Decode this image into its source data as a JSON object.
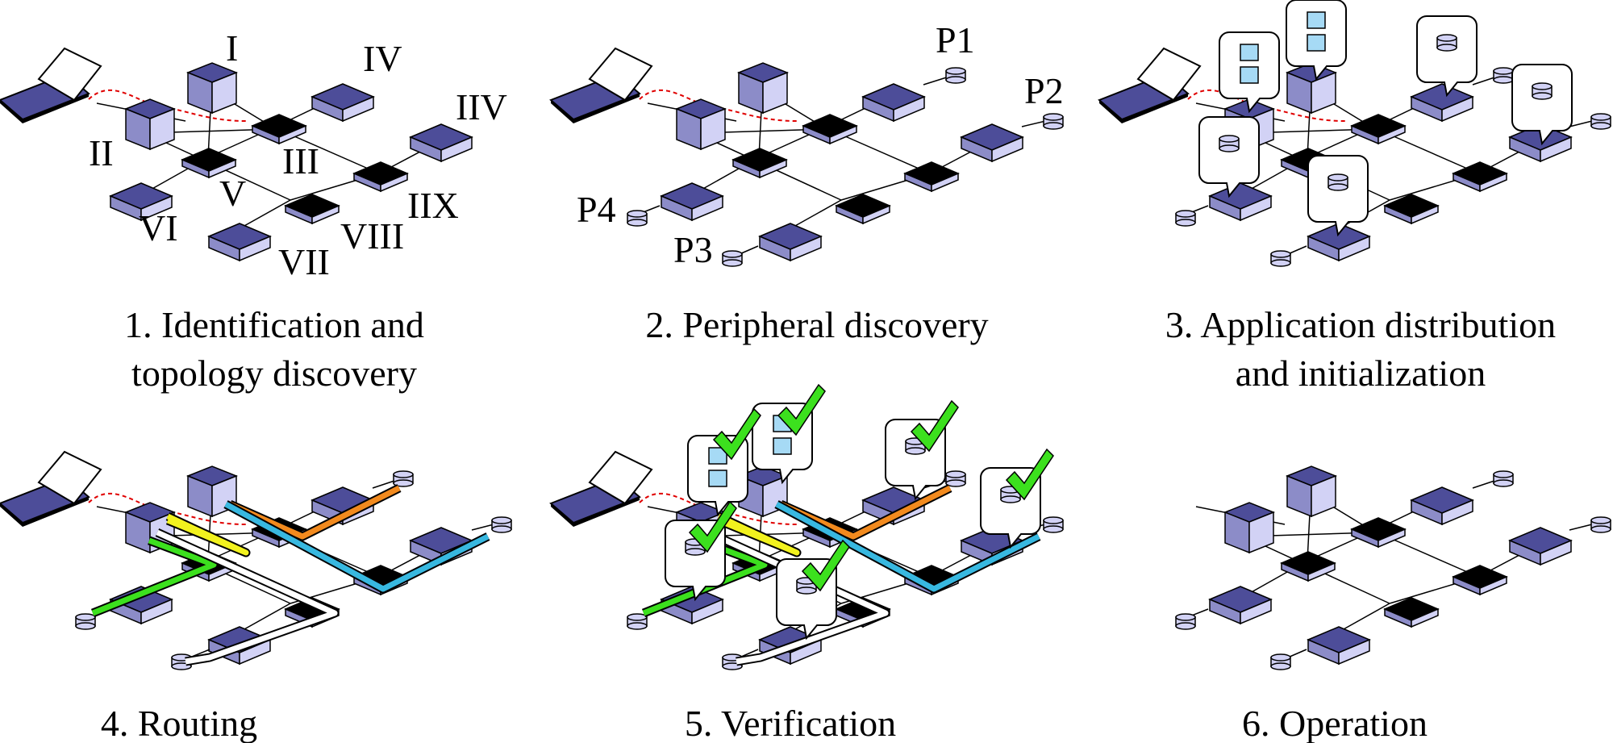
{
  "panels": [
    {
      "caption_line1": "1. Identification and",
      "caption_line2": "topology discovery"
    },
    {
      "caption_line1": "2. Peripheral discovery",
      "caption_line2": ""
    },
    {
      "caption_line1": "3. Application distribution",
      "caption_line2": "and initialization"
    },
    {
      "caption_line1": "4. Routing",
      "caption_line2": ""
    },
    {
      "caption_line1": "5. Verification",
      "caption_line2": ""
    },
    {
      "caption_line1": "6. Operation",
      "caption_line2": ""
    }
  ],
  "node_labels": [
    "I",
    "II",
    "III",
    "IV",
    "IIV",
    "V",
    "VI",
    "VII",
    "VIII",
    "IIX"
  ],
  "peripheral_labels": [
    "P1",
    "P2",
    "P3",
    "P4"
  ],
  "colors": {
    "node_top": "#4d4d99",
    "node_side": "#d2d2f5",
    "node_front": "#8c8cc8",
    "switch_top": "#000000",
    "app_square": "#a6daf5",
    "route_orange": "#f28a1e",
    "route_yellow": "#f2f21e",
    "route_cyan": "#38b8e0",
    "route_green": "#3ce01e",
    "route_white": "#ffffff",
    "check": "#3ce01e",
    "wireless": "#e00000"
  },
  "icons": {
    "laptop": "laptop-icon",
    "compute_node": "compute-node-icon",
    "switch_node": "switch-node-icon",
    "peripheral": "cylinder-peripheral-icon",
    "bubble": "speech-bubble-icon",
    "check": "checkmark-icon"
  }
}
